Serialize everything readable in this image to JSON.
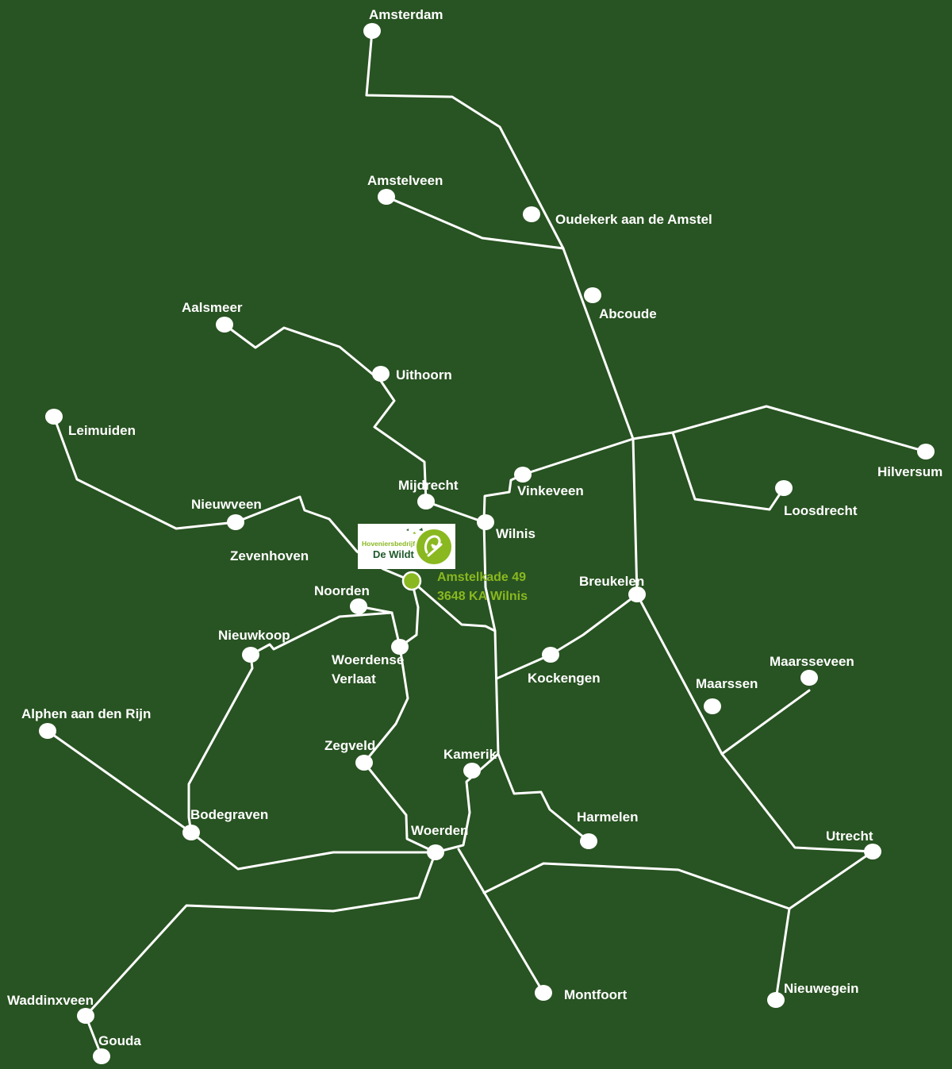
{
  "colors": {
    "background": "#285322",
    "roads": "#ffffff",
    "accent": "#8ab820",
    "logo_text": "#1f5a2a"
  },
  "logo": {
    "line1": "Hoveniersbedrijf",
    "line2": "De Wildt",
    "icon": "leaf-hand-logo-icon"
  },
  "address": {
    "street": "Amstelkade 49",
    "city": "3648 KA Wilnis"
  },
  "places": {
    "amsterdam": "Amsterdam",
    "amstelveen": "Amstelveen",
    "oudekerk": "Oudekerk aan de Amstel",
    "abcoude": "Abcoude",
    "aalsmeer": "Aalsmeer",
    "uithoorn": "Uithoorn",
    "leimuiden": "Leimuiden",
    "hilversum": "Hilversum",
    "loosdrecht": "Loosdrecht",
    "vinkeveen": "Vinkeveen",
    "mijdrecht": "Mijdrecht",
    "wilnis": "Wilnis",
    "nieuwveen": "Nieuwveen",
    "zevenhoven": "Zevenhoven",
    "noorden": "Noorden",
    "breukelen": "Breukelen",
    "nieuwkoop": "Nieuwkoop",
    "woerdense_verlaat_1": "Woerdense",
    "woerdense_verlaat_2": "Verlaat",
    "kockengen": "Kockengen",
    "maarsseveen": "Maarsseveen",
    "maarssen": "Maarssen",
    "alphen": "Alphen aan den Rijn",
    "zegveld": "Zegveld",
    "kamerik": "Kamerik",
    "harmelen": "Harmelen",
    "bodegraven": "Bodegraven",
    "woerden": "Woerden",
    "utrecht": "Utrecht",
    "montfoort": "Montfoort",
    "nieuwegein": "Nieuwegein",
    "waddinxveen": "Waddinxveen",
    "gouda": "Gouda"
  }
}
